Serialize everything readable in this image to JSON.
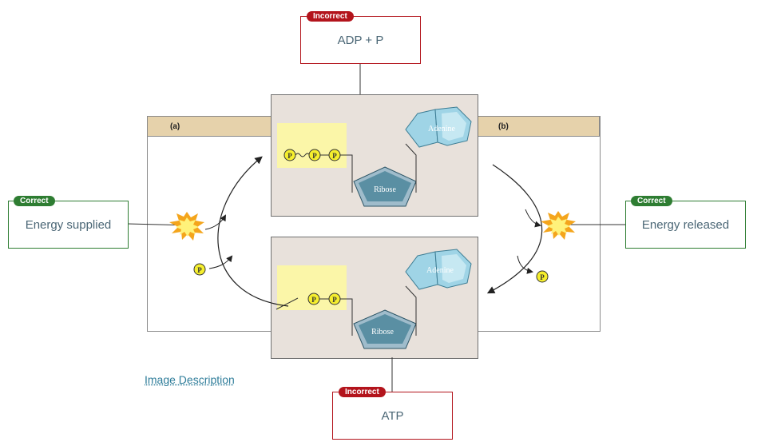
{
  "panels": {
    "a_label": "(a)",
    "b_label": "(b)"
  },
  "molecule": {
    "adenine_label": "Adenine",
    "ribose_label": "Ribose",
    "phosphate_label": "P"
  },
  "answers": {
    "top": {
      "status": "Incorrect",
      "value": "ADP + P"
    },
    "bottom": {
      "status": "Incorrect",
      "value": "ATP"
    },
    "left": {
      "status": "Correct",
      "value": "Energy supplied"
    },
    "right": {
      "status": "Correct",
      "value": "Energy released"
    }
  },
  "links": {
    "image_description": "Image Description"
  },
  "colors": {
    "incorrect": "#b3141c",
    "correct": "#2e7d32",
    "panel_header": "#e6d2ab",
    "molecule_bg": "#e8e1db",
    "phosphate_fill": "#f6ef2e",
    "highlight": "#fbf6a8",
    "adenine_fill": "#9fd4e6",
    "ribose_fill": "#5a8fa3"
  }
}
